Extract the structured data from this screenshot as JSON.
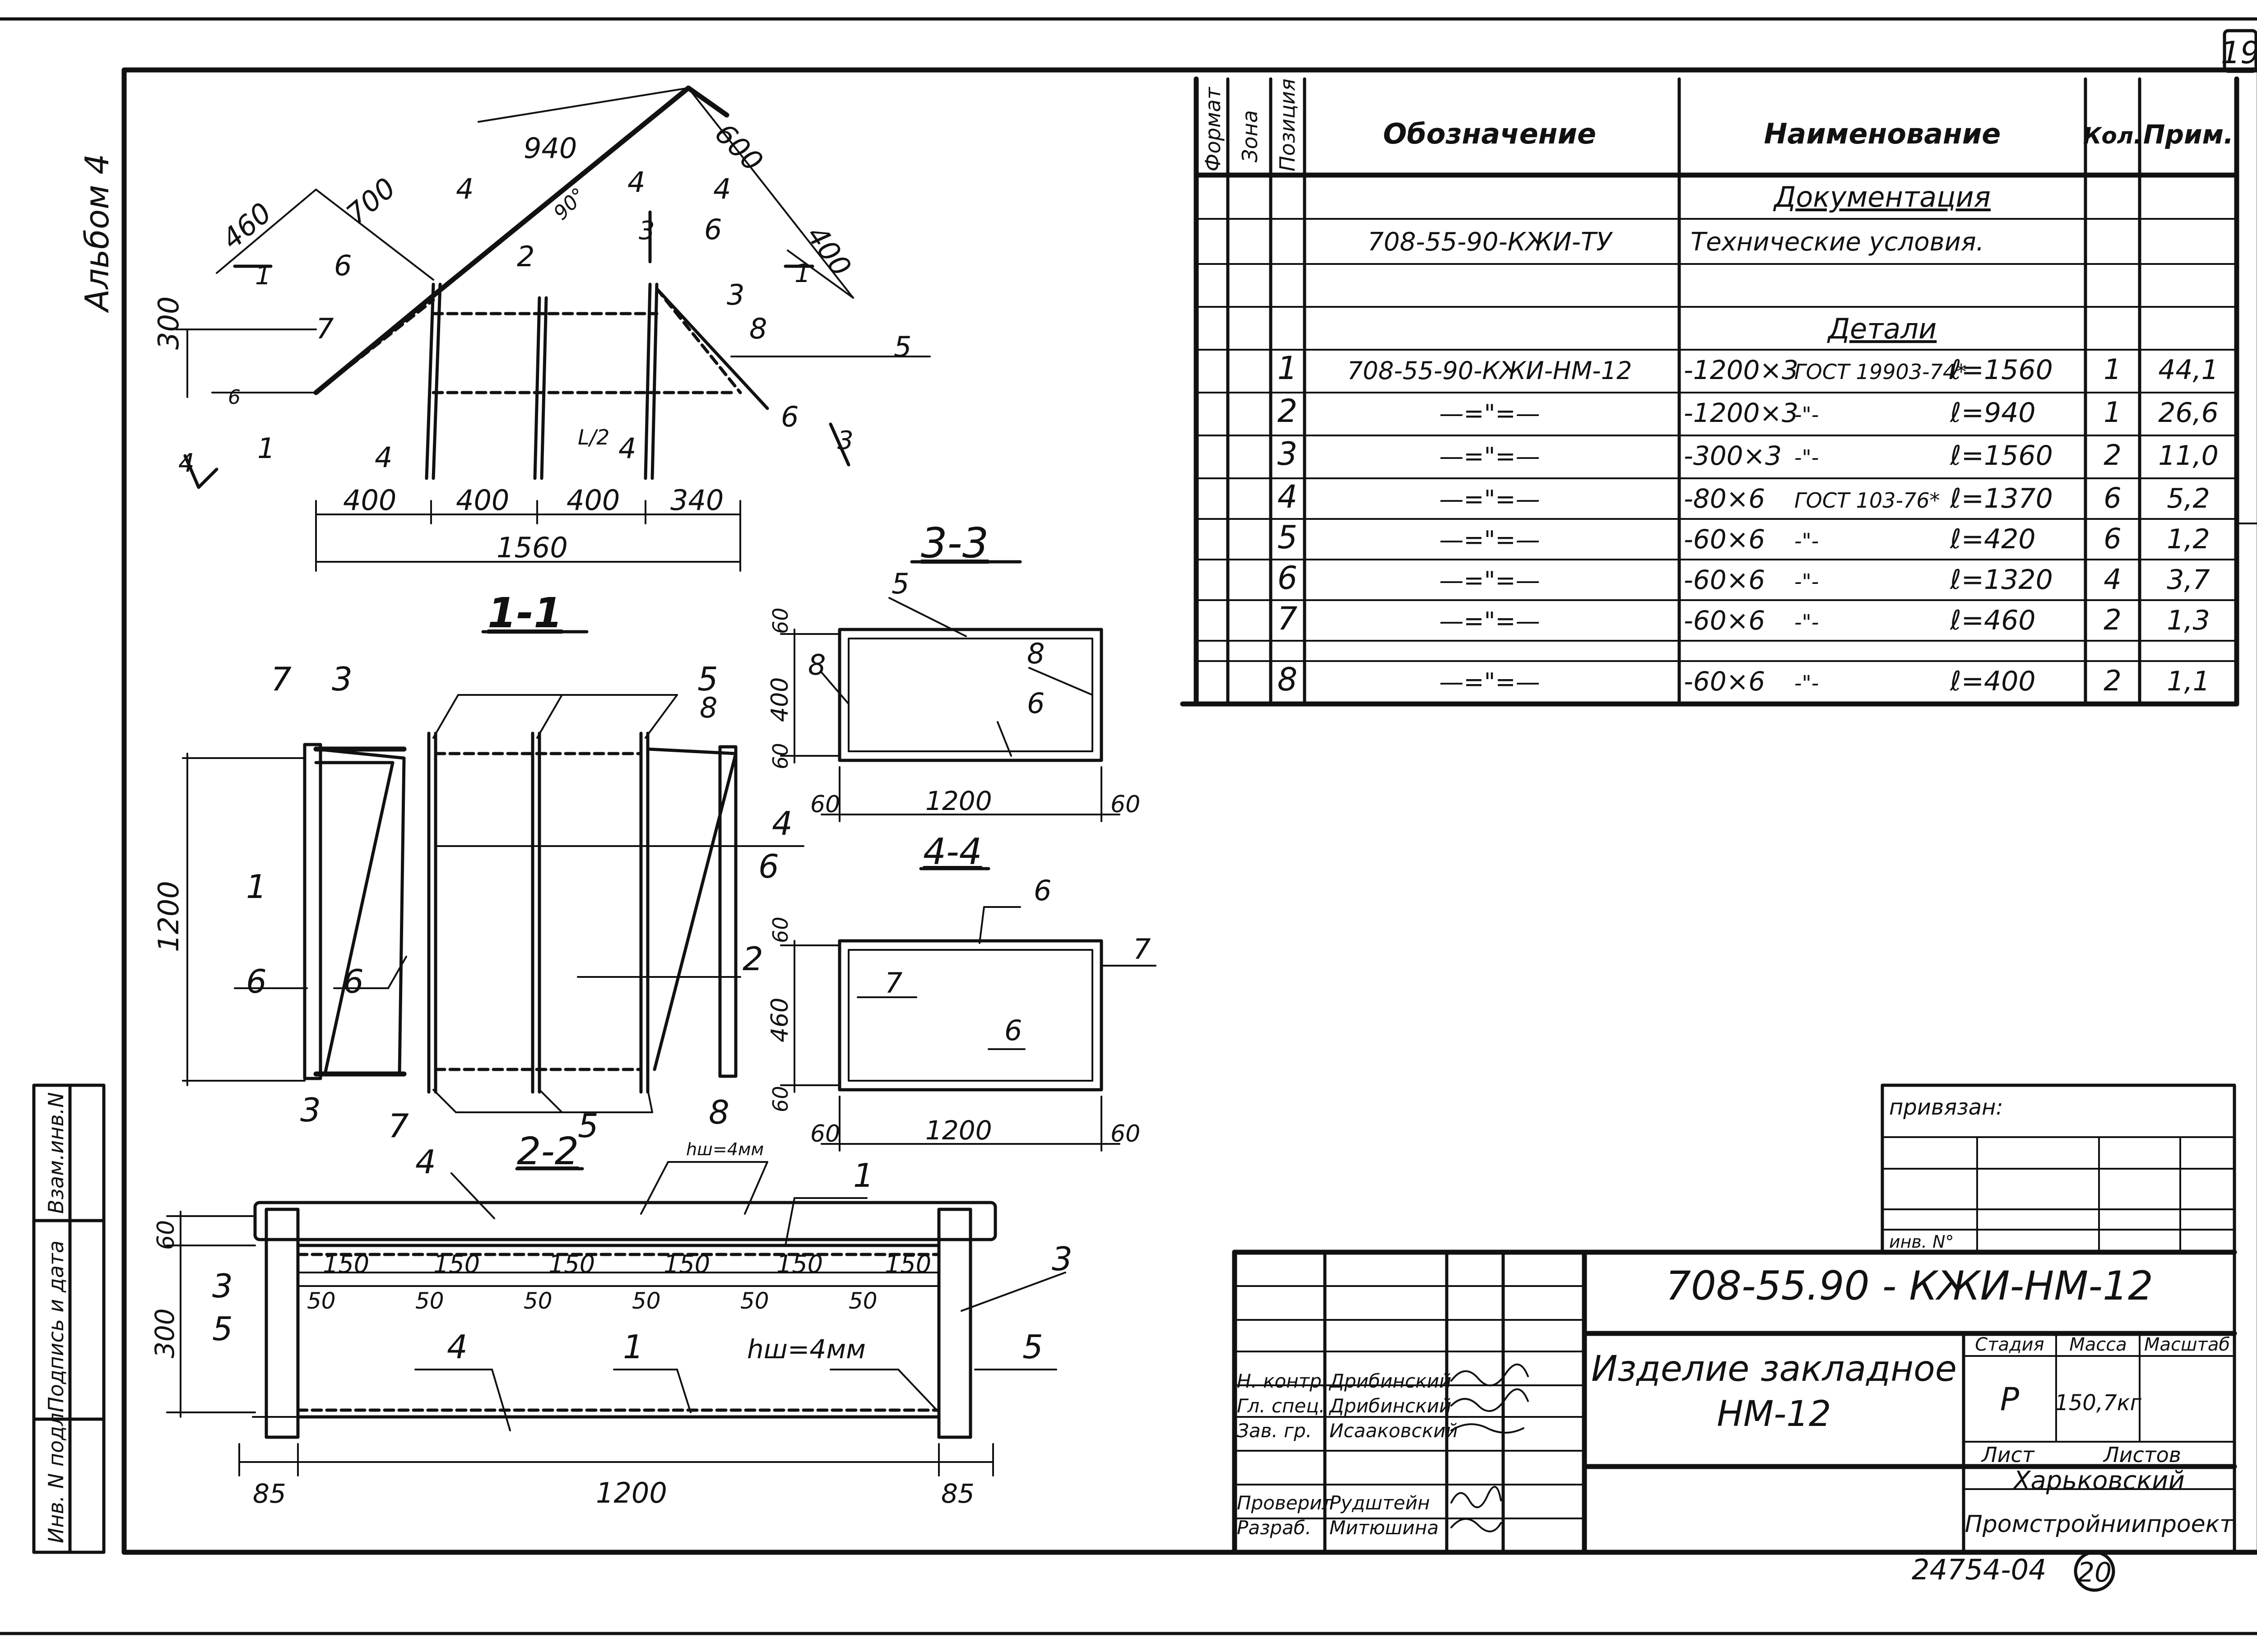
{
  "sheet": {
    "sheet_number": "19",
    "album": "Альбом 4",
    "archive_number": "24754-04",
    "archive_sheet": "20"
  },
  "side_stamp": {
    "inv_podl": "Инв. N подл.",
    "podpis_data": "Подпись и дата",
    "vzam_inv": "Взам.инв.N"
  },
  "spec_table": {
    "headers": {
      "format": "Формат",
      "zona": "Зона",
      "poz": "Позиция",
      "oboznachenie": "Обозначение",
      "naimenovanie": "Наименование",
      "kol": "Кол.",
      "prim": "Прим."
    },
    "section_documentation": "Документация",
    "doc_row": {
      "designation": "708-55-90-КЖИ-ТУ",
      "name": "Технические условия."
    },
    "section_details": "Детали",
    "rows": [
      {
        "pos": "1",
        "designation": "708-55-90-КЖИ-НМ-12",
        "section": "-1200×3",
        "gost": "ГОСТ 19903-74*",
        "length": "ℓ=1560",
        "qty": "1",
        "mass": "44,1"
      },
      {
        "pos": "2",
        "designation": "—=\"=—",
        "section": "-1200×3",
        "gost": "-\"-",
        "length": "ℓ=940",
        "qty": "1",
        "mass": "26,6"
      },
      {
        "pos": "3",
        "designation": "—=\"=—",
        "section": "-300×3",
        "gost": "-\"-",
        "length": "ℓ=1560",
        "qty": "2",
        "mass": "11,0"
      },
      {
        "pos": "4",
        "designation": "—=\"=—",
        "section": "-80×6",
        "gost": "ГОСТ 103-76*",
        "length": "ℓ=1370",
        "qty": "6",
        "mass": "5,2"
      },
      {
        "pos": "5",
        "designation": "—=\"=—",
        "section": "-60×6",
        "gost": "-\"-",
        "length": "ℓ=420",
        "qty": "6",
        "mass": "1,2"
      },
      {
        "pos": "6",
        "designation": "—=\"=—",
        "section": "-60×6",
        "gost": "-\"-",
        "length": "ℓ=1320",
        "qty": "4",
        "mass": "3,7"
      },
      {
        "pos": "7",
        "designation": "—=\"=—",
        "section": "-60×6",
        "gost": "-\"-",
        "length": "ℓ=460",
        "qty": "2",
        "mass": "1,3"
      },
      {
        "pos": "8",
        "designation": "—=\"=—",
        "section": "-60×6",
        "gost": "-\"-",
        "length": "ℓ=400",
        "qty": "2",
        "mass": "1,1"
      }
    ]
  },
  "plan_view": {
    "dims_top": [
      "460",
      "700",
      "940",
      "600",
      "400",
      "90°"
    ],
    "dims_left": [
      "300"
    ],
    "dims_bottom": [
      "400",
      "400",
      "400",
      "340"
    ],
    "total": "1560",
    "labels": [
      "1",
      "2",
      "3",
      "4",
      "5",
      "6",
      "7",
      "8",
      "6",
      "6",
      "4",
      "4",
      "4",
      "4",
      "6",
      "L/2"
    ],
    "cuts": [
      "1",
      "1",
      "3",
      "3",
      "4"
    ]
  },
  "section_1_1": {
    "title": "1-1",
    "height": "1200",
    "labels": [
      "7",
      "3",
      "5",
      "8",
      "4",
      "6",
      "1",
      "6",
      "6",
      "2",
      "3",
      "7",
      "5",
      "8"
    ],
    "note": "hш=4мм"
  },
  "section_3_3": {
    "title": "3-3",
    "dims": [
      "60",
      "400",
      "60",
      "60",
      "1200",
      "60"
    ],
    "labels": [
      "5",
      "8",
      "8",
      "6"
    ]
  },
  "section_4_4": {
    "title": "4-4",
    "dims": [
      "60",
      "460",
      "60",
      "60",
      "1200",
      "60"
    ],
    "labels": [
      "6",
      "7",
      "7",
      "6"
    ]
  },
  "section_2_2": {
    "title": "2-2",
    "dims_top": [
      "150",
      "150",
      "150",
      "150",
      "150",
      "150"
    ],
    "dims_mid": [
      "50",
      "50",
      "50",
      "50",
      "50",
      "50"
    ],
    "left_dims": [
      "60",
      "300"
    ],
    "bottom": [
      "85",
      "1200",
      "85"
    ],
    "labels": [
      "4",
      "1",
      "3",
      "5",
      "3",
      "5",
      "4",
      "1"
    ],
    "weld_note": "hш=4мм"
  },
  "binding_box": {
    "privyazan": "привязан:",
    "inv_no": "инв. N°"
  },
  "title_block": {
    "code": "708-55.90 - КЖИ-НМ-12",
    "item_name_1": "Изделие закладное",
    "item_name_2": "НМ-12",
    "stadia_label": "Стадия",
    "massa_label": "Масса",
    "masshtab_label": "Масштаб",
    "stadia": "Р",
    "massa": "150,7кг",
    "list_label": "Лист",
    "listov_label": "Листов",
    "org_1": "Харьковский",
    "org_2": "Промстройниипроект",
    "people": [
      {
        "role": "Н. контр.",
        "name": "Дрибинский"
      },
      {
        "role": "Гл. спец.",
        "name": "Дрибинский"
      },
      {
        "role": "Зав. гр.",
        "name": "Исааковский"
      },
      {
        "role": "Проверил",
        "name": "Рудштейн"
      },
      {
        "role": "Разраб.",
        "name": "Митюшина"
      }
    ]
  }
}
